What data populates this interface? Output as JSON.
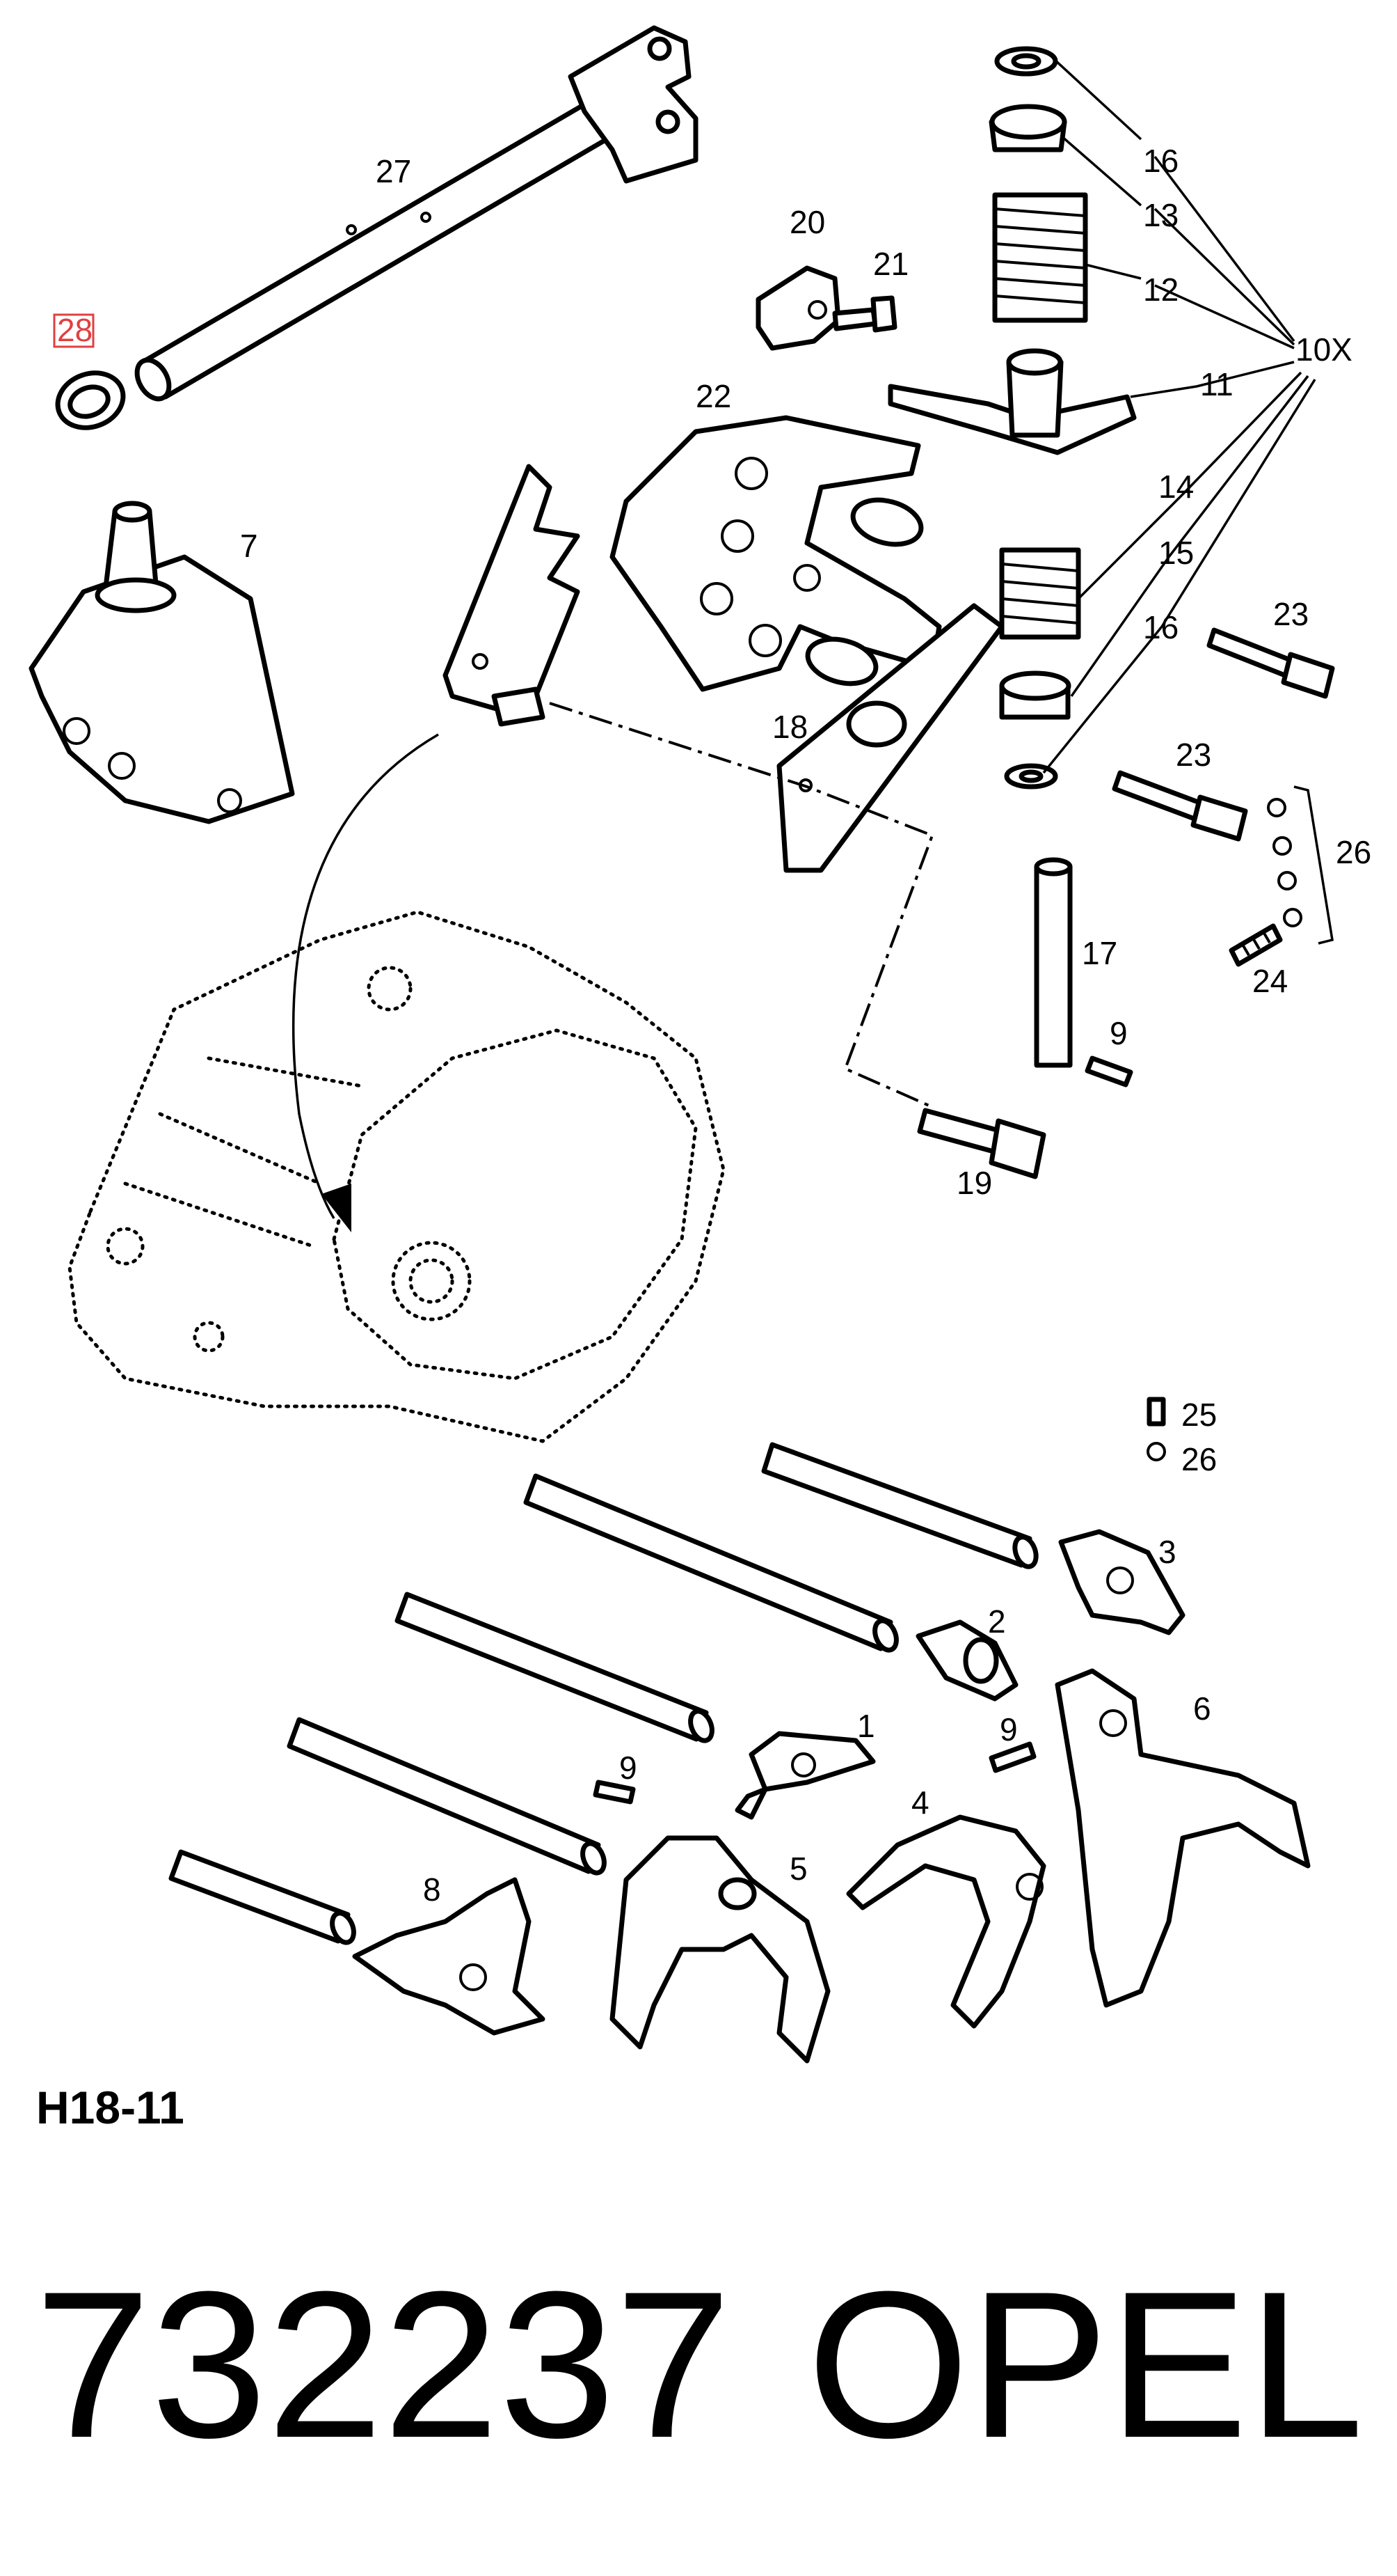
{
  "diagram": {
    "callouts": {
      "c27": "27",
      "c28": "28",
      "c7": "7",
      "c20": "20",
      "c21": "21",
      "c22": "22",
      "c16a": "16",
      "c13": "13",
      "c12": "12",
      "c10x": "10X",
      "c11": "11",
      "c14": "14",
      "c15": "15",
      "c16b": "16",
      "c23a": "23",
      "c23b": "23",
      "c26a": "26",
      "c24": "24",
      "c18": "18",
      "c17": "17",
      "c9a": "9",
      "c19": "19",
      "c25": "25",
      "c26b": "26",
      "c3": "3",
      "c2": "2",
      "c1": "1",
      "c9b": "9",
      "c9c": "9",
      "c6": "6",
      "c4": "4",
      "c5": "5",
      "c8": "8"
    },
    "highlighted_callout": "28",
    "highlight_color": "#e04040",
    "reference_code": "H18-11",
    "part_number": "732237",
    "brand": "OPEL"
  }
}
